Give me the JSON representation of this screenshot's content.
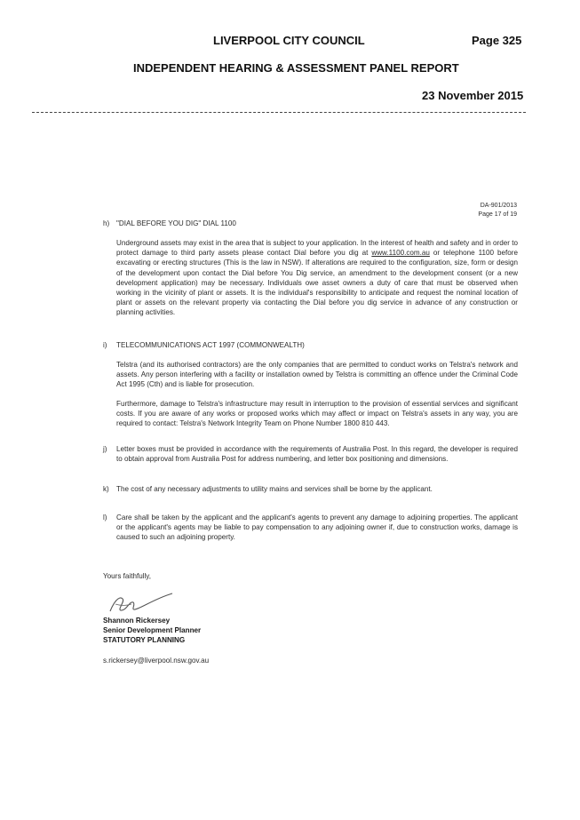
{
  "header": {
    "council": "LIVERPOOL CITY COUNCIL",
    "page": "Page 325",
    "panel": "INDEPENDENT HEARING & ASSESSMENT PANEL REPORT",
    "date": "23 November 2015"
  },
  "letter": {
    "ref_code": "DA-901/2013",
    "ref_page": "Page 17 of 19",
    "sections": {
      "h": {
        "letter": "h)",
        "title": "\"DIAL BEFORE YOU DIG\" DIAL 1100",
        "body_pre": "Underground assets may exist in the area that is subject to your application. In the interest of health and safety and in order to protect damage to third party assets please contact Dial before you dig at ",
        "link": "www.1100.com.au",
        "body_post": " or telephone 1100 before excavating or erecting structures (This is the law in NSW). If alterations are required to the configuration, size, form or design of the development upon contact the Dial before You Dig service, an amendment to the development consent (or a new development application) may be necessary. Individuals owe asset owners a duty of care that must be observed when working in the vicinity of plant or assets. It is the individual's responsibility to anticipate and request the nominal location of plant or assets on the relevant property via contacting the Dial before you dig service in advance of any construction or planning activities."
      },
      "i": {
        "letter": "i)",
        "title": "TELECOMMUNICATIONS ACT 1997 (COMMONWEALTH)",
        "body1": "Telstra (and its authorised contractors) are the only companies that are permitted to conduct works on Telstra's network and assets. Any person interfering with a facility or installation owned by Telstra is committing an offence under the Criminal Code Act 1995 (Cth) and is liable for prosecution.",
        "body2": "Furthermore, damage to Telstra's infrastructure may result in interruption to the provision of essential services and significant costs. If you are aware of any works or proposed works which may affect or impact on Telstra's assets in any way, you are required to contact: Telstra's Network Integrity Team on Phone Number 1800 810 443."
      },
      "j": {
        "letter": "j)",
        "body": "Letter boxes must be provided in accordance with the requirements of Australia Post. In this regard, the developer is required to obtain approval from Australia Post for address numbering, and letter box positioning and dimensions."
      },
      "k": {
        "letter": "k)",
        "body": "The cost of any necessary adjustments to utility mains and services shall be borne by the applicant."
      },
      "l": {
        "letter": "l)",
        "body": "Care shall be taken by the applicant and the applicant's agents to prevent any damage to adjoining properties. The applicant or the applicant's agents may be liable to pay compensation to any adjoining owner if, due to construction works, damage is caused to such an adjoining property."
      }
    },
    "signoff": "Yours faithfully,",
    "signatory": {
      "name": "Shannon Rickersey",
      "title": "Senior Development Planner",
      "department": "STATUTORY PLANNING",
      "email": "s.rickersey@liverpool.nsw.gov.au"
    }
  }
}
